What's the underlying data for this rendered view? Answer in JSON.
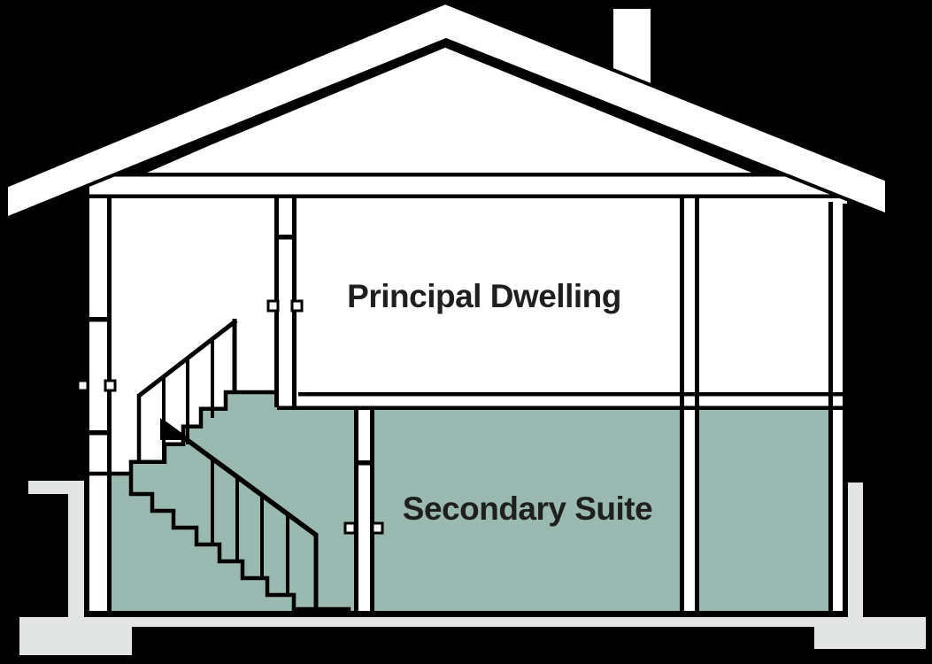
{
  "diagram": {
    "type": "house-cross-section",
    "labels": {
      "principal_dwelling": "Principal Dwelling",
      "secondary_suite": "Secondary Suite"
    },
    "colors": {
      "background": "#000000",
      "structure_fill": "#ffffff",
      "outline": "#000000",
      "secondary_suite_fill": "#9ab9b1",
      "foundation_fill": "#e2e5e4",
      "label_text": "#1f1f1f"
    }
  }
}
